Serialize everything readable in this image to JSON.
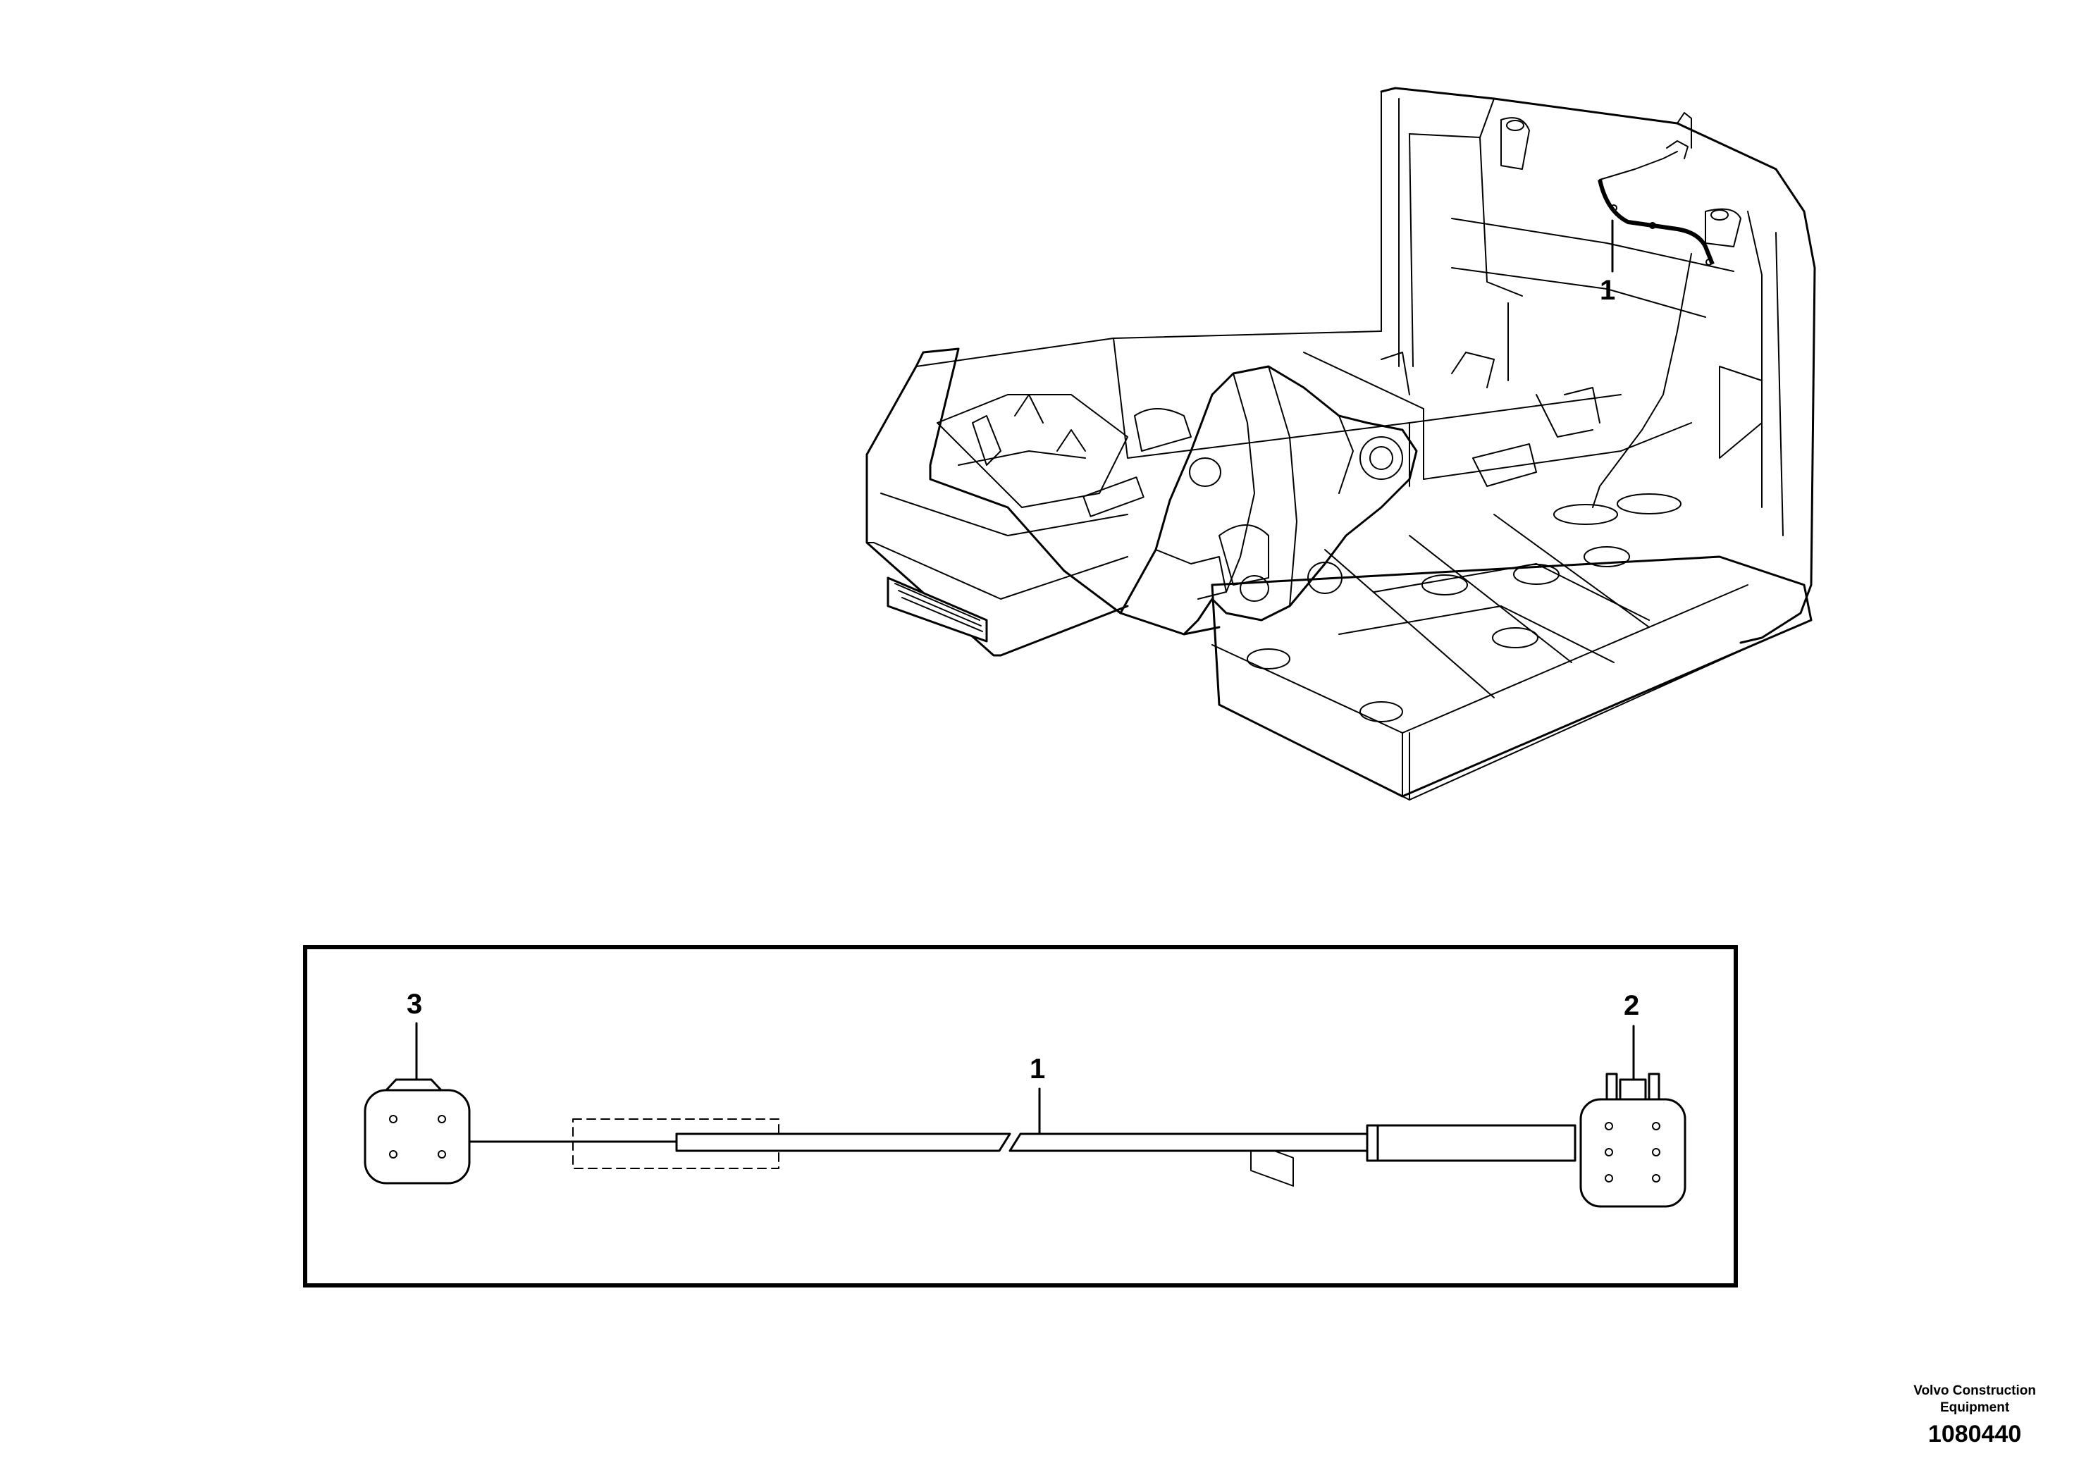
{
  "figure": {
    "upper_view": {
      "callouts": [
        {
          "text": "1"
        }
      ]
    },
    "harness_detail": {
      "callouts": [
        {
          "text": "3"
        },
        {
          "text": "1"
        },
        {
          "text": "2"
        }
      ]
    }
  },
  "footer": {
    "brand_line_1": "Volvo Construction",
    "brand_line_2": "Equipment",
    "document_number": "1080440"
  },
  "colors": {
    "line": "#000000",
    "background": "#ffffff"
  }
}
